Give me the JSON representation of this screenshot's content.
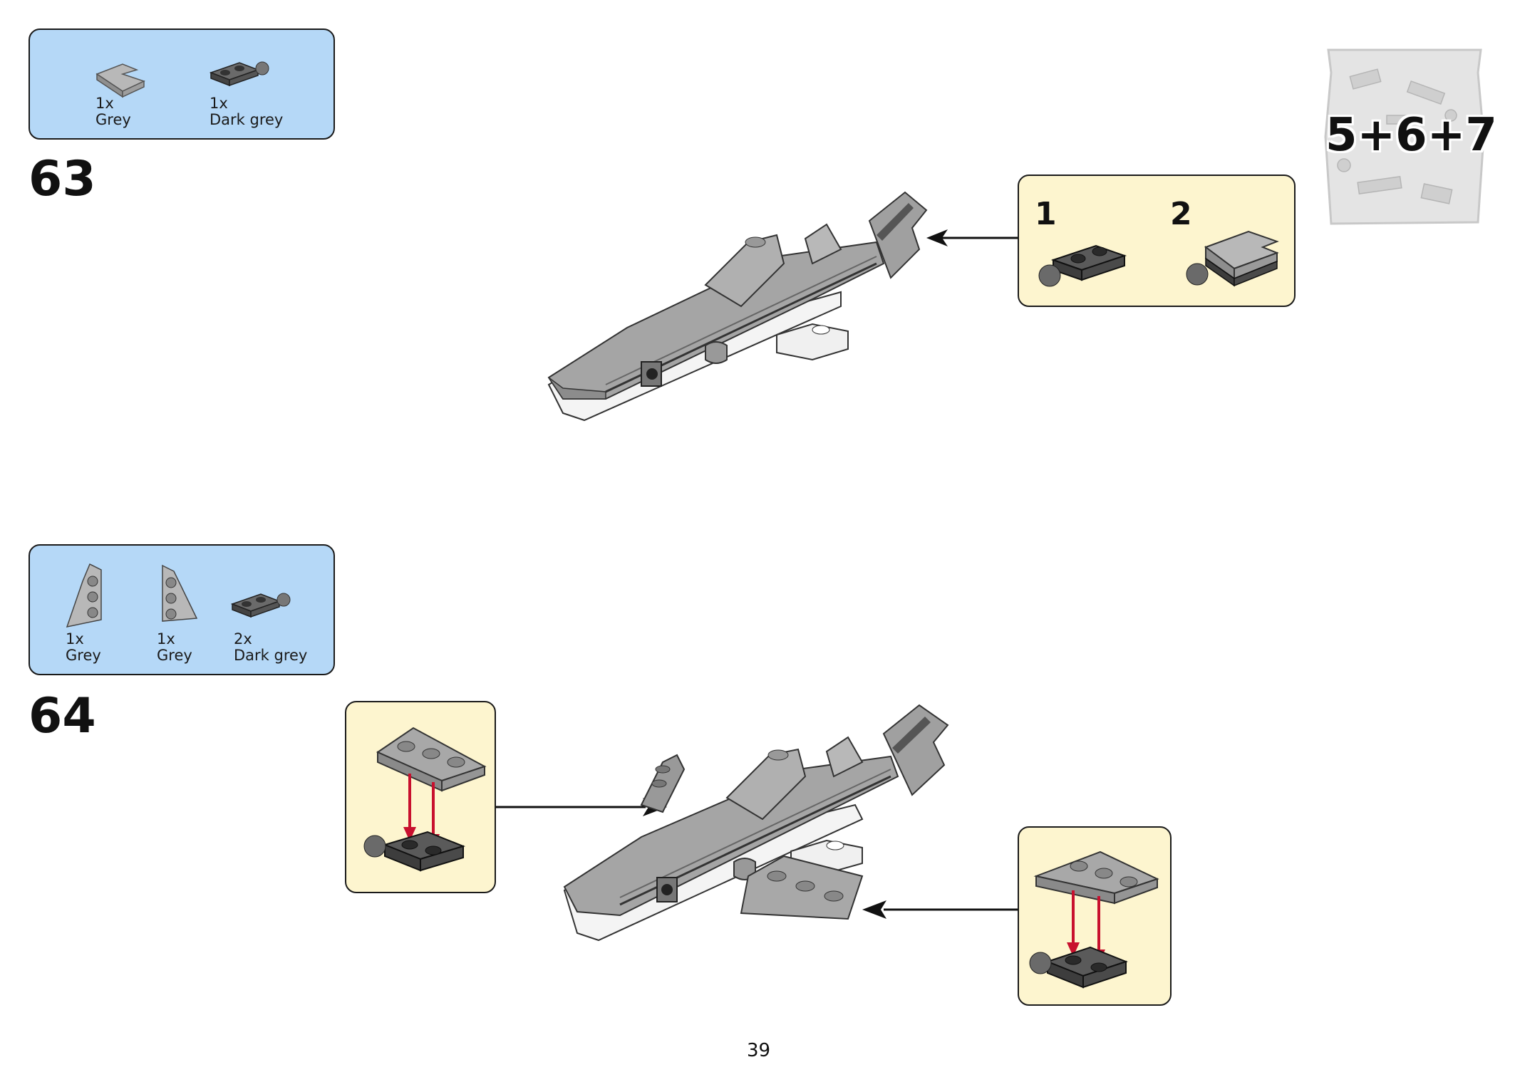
{
  "page_number": "39",
  "bag_label": "5+6+7",
  "steps": [
    {
      "number": "63",
      "parts": [
        {
          "qty": "1x",
          "color": "Grey"
        },
        {
          "qty": "1x",
          "color": "Dark grey"
        }
      ],
      "substeps": [
        "1",
        "2"
      ]
    },
    {
      "number": "64",
      "parts": [
        {
          "qty": "1x",
          "color": "Grey"
        },
        {
          "qty": "1x",
          "color": "Grey"
        },
        {
          "qty": "2x",
          "color": "Dark grey"
        }
      ]
    }
  ],
  "colors": {
    "parts_box": "#b5d8f7",
    "callout_box": "#fdf5cf",
    "grey": "#a3a3a3",
    "dark_grey": "#5a5a5a",
    "arrow_red": "#c8102e"
  }
}
